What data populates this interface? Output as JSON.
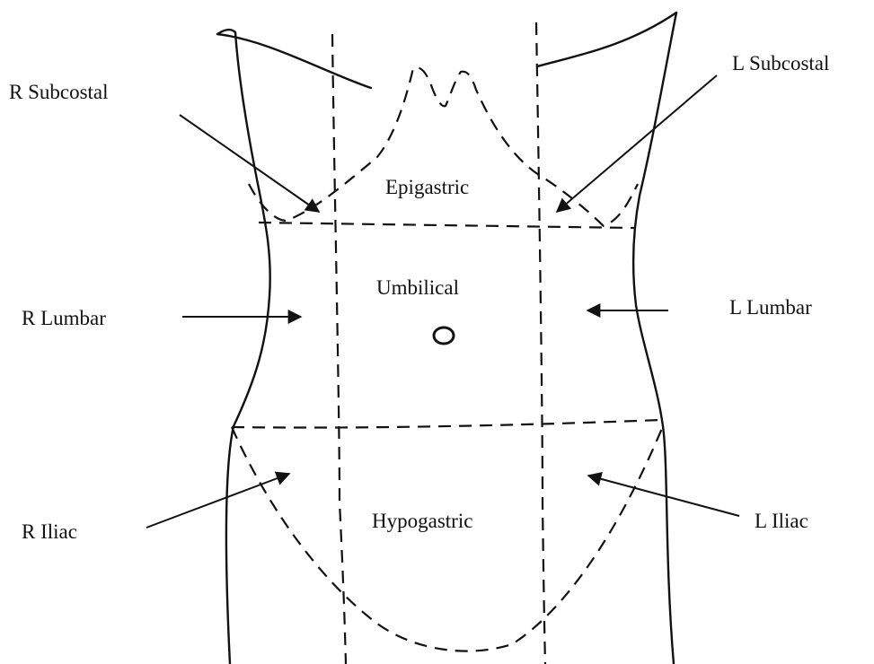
{
  "regions": {
    "epigastric": "Epigastric",
    "umbilical": "Umbilical",
    "hypogastric": "Hypogastric"
  },
  "pointers": {
    "r_subcostal": "R Subcostal",
    "l_subcostal": "L Subcostal",
    "r_lumbar": "R Lumbar",
    "l_lumbar": "L Lumbar",
    "r_iliac": "R Iliac",
    "l_iliac": "L Iliac"
  },
  "colors": {
    "ink": "#111111",
    "paper": "#ffffff"
  }
}
